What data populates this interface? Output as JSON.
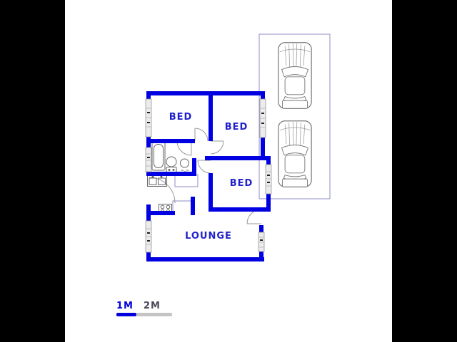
{
  "page": {
    "type": "architectural floor plan",
    "background": "#000000",
    "paper": "#ffffff"
  },
  "rooms": [
    {
      "id": "bed-1",
      "label": "BED"
    },
    {
      "id": "bed-2",
      "label": "BED"
    },
    {
      "id": "bed-3",
      "label": "BED"
    },
    {
      "id": "lounge",
      "label": "LOUNGE"
    }
  ],
  "scale_bar": {
    "segments": [
      {
        "label": "1M",
        "color": "#0000dd"
      },
      {
        "label": "2M",
        "color": "#c4c4c4"
      }
    ]
  },
  "carport": {
    "car_count": 2
  },
  "fixtures": [
    "bathtub",
    "toilet",
    "basin",
    "kitchen-sink",
    "stove"
  ],
  "colors": {
    "wall": "#0000e0",
    "room_label": "#2222cc",
    "carport_line": "#8d8dc8",
    "fixture_line": "#666666",
    "door_arc": "#999999"
  }
}
